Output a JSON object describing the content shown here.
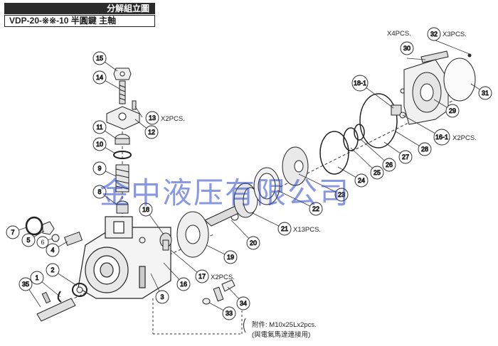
{
  "header": {
    "title": "分解組立圖",
    "subtitle": "VDP-20-※※-10 半圓鍵 主軸"
  },
  "watermark": "金中液压有限公司",
  "callouts": [
    "1",
    "2",
    "3",
    "4",
    "5",
    "6",
    "7",
    "8",
    "9",
    "10",
    "11",
    "12",
    "13",
    "14",
    "15",
    "16",
    "16-1",
    "17",
    "18",
    "18-1",
    "19",
    "20",
    "21",
    "22",
    "23",
    "24",
    "25",
    "26",
    "27",
    "28",
    "29",
    "30",
    "31",
    "32",
    "33",
    "34",
    "35"
  ],
  "quantities": {
    "q13": "X2PCS.",
    "q16_1": "X2PCS.",
    "q17": "X2PCS.",
    "q21": "X13PCS.",
    "q30": "X4PCS.",
    "q32": "X3PCS."
  },
  "note": {
    "line1": "附件: M10x25Lx2pcs.",
    "line2": "(與電氣馬達連接用)"
  }
}
